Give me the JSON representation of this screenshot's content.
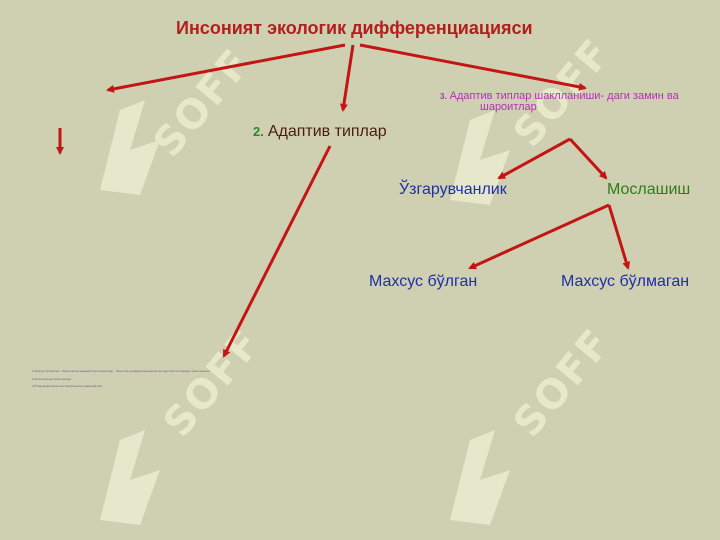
{
  "title": "Инсоният экологик дифференциацияси",
  "nodes": {
    "node2": {
      "number": "2.",
      "label": "Адаптив типлар"
    },
    "node3": {
      "number": "3.",
      "label_line1": "Адаптив типлар шаклланиши- даги замин ва",
      "label_line2": "шароитлар"
    },
    "variability": "Ўзгарувчанлик",
    "adaptation": "Мослашиш",
    "specialized": "Махсус бўлган",
    "unspecialized": "Махсус бўлмаган"
  },
  "tiny_lines": [
    "1.Махсус бўлганлик - биологик ва маданий мослашишлар... Экологик дифференциацияси ва адаптив типларнинг шаклланиши",
    "2.Антропогенез факторлари",
    "3.Ўзгарувчанлик ва мослашувчанлик давомийлиги"
  ],
  "watermark": {
    "text": "SOFF",
    "icon": "soft-logo-icon"
  },
  "colors": {
    "background": "#cfcfb1",
    "arrow": "#c41414",
    "title": "#b41e1e",
    "blue": "#1f2fa8",
    "green": "#2f7d1a",
    "magenta": "#b431b8"
  }
}
